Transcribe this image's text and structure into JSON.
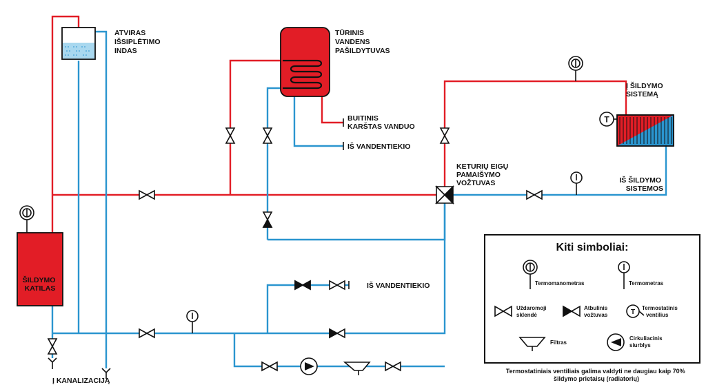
{
  "labels": {
    "expansion_tank": [
      "ATVIRAS",
      "IŠSIPLĖTIMO",
      "INDAS"
    ],
    "water_heater": [
      "TŪRINIS",
      "VANDENS",
      "PAŠILDYTUVAS"
    ],
    "hot_water": [
      "BUITINIS",
      "KARŠTAS VANDUO"
    ],
    "from_water_supply_top": "IŠ VANDENTIEKIO",
    "to_heating_system": [
      "Į ŠILDYMO",
      "SISTEMĄ"
    ],
    "four_way_valve": [
      "KETURIŲ EIGŲ",
      "PAMAIŠYMO",
      "VOŽTUVAS"
    ],
    "from_heating_system": [
      "IŠ ŠILDYMO",
      "SISTEMOS"
    ],
    "boiler": [
      "ŠILDYMO",
      "KATILAS"
    ],
    "from_water_supply_bottom": "IŠ VANDENTIEKIO",
    "to_sewer": "Į KANALIZACIJĄ",
    "thermostatic_symbol": "T"
  },
  "legend": {
    "title": "Kiti simboliai:",
    "thermomanometer": "Termomanometras",
    "thermometer": "Termometras",
    "shutoff_valve": [
      "Uždaromoji",
      "sklendė"
    ],
    "check_valve": [
      "Atbulinis",
      "vožtuvas"
    ],
    "thermostatic_valve": [
      "Termostatinis",
      "ventilius"
    ],
    "filter": "Filtras",
    "pump": [
      "Cirkuliacinis",
      "siurblys"
    ]
  },
  "note": [
    "Termostatiniais ventiliais galima valdyti ne daugiau kaip 70%",
    "šildymo prietaisų (radiatorių)"
  ],
  "colors": {
    "supply": "#e21d26",
    "return": "#2a95cf",
    "boiler": "#e21d26",
    "water": "#a9d8ef"
  }
}
